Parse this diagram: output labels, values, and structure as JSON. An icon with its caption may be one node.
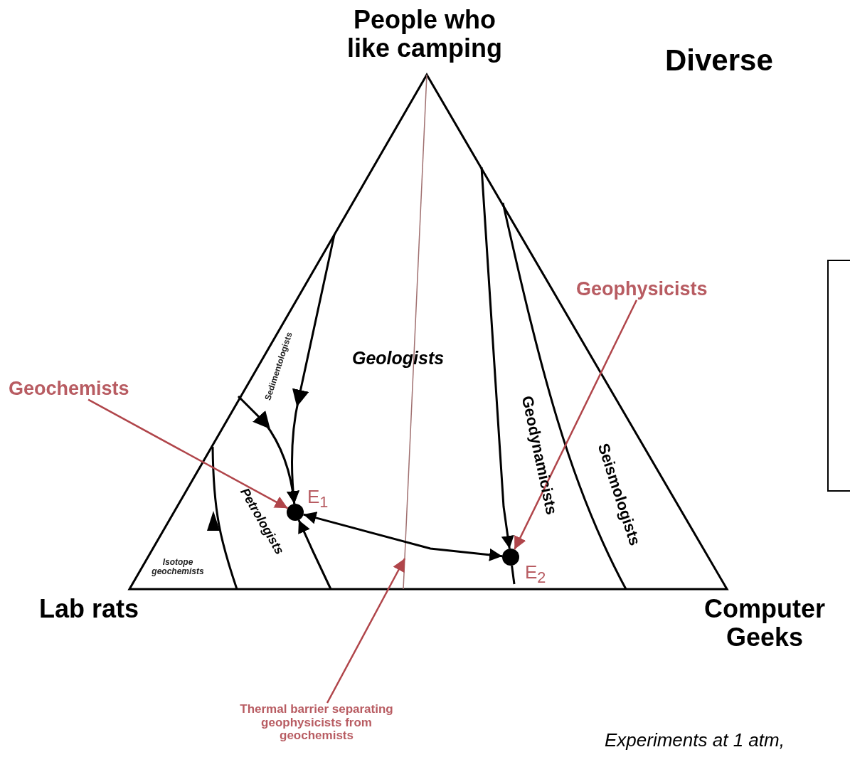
{
  "diagram": {
    "title": "Diverse",
    "nodes": [
      {
        "text": [
          "Geochemists"
        ]
      },
      {
        "text": [
          "Geophysicists"
        ]
      },
      {
        "text": [],
        "shape": "circle",
        "beside": [
          "E$_{1}$"
        ]
      },
      {
        "text": [],
        "shape": "circle",
        "beside": [
          "E$_{2}$"
        ]
      },
      {
        "text": [
          "Thermal barrier separating geophysicists from geochemists"
        ]
      },
      {
        "text": [],
        "shape": "box"
      }
    ],
    "edges": [
      {
        "from": null,
        "to": 2,
        "arrow": "to"
      },
      {
        "from": null,
        "to": 2,
        "arrow": "to"
      },
      {
        "from": null,
        "to": 2,
        "arrow": "to"
      },
      {
        "from": 2,
        "to": 3,
        "arrow": "both"
      },
      {
        "from": null,
        "to": 3,
        "arrow": "to"
      },
      {
        "from": null,
        "to": 3,
        "arrow": "none"
      },
      {
        "from": 0,
        "to": 2,
        "arrow": "to",
        "color": "#b0454a"
      },
      {
        "from": 1,
        "to": 3,
        "arrow": "to",
        "color": "#b0454a"
      },
      {
        "from": 4,
        "to": null,
        "arrow": "to",
        "color": "#b0454a"
      }
    ],
    "labels": [
      "People who like camping",
      "Sedimentologists",
      "Geologists",
      "Geodynamicists",
      "Seismologists",
      "Petrologists",
      "Isotope geochemists",
      "Lab rats",
      "Computer Geeks",
      "Experiments at 1 atm,"
    ]
  }
}
